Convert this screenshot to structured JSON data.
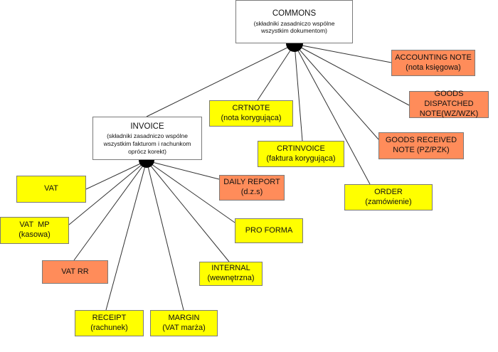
{
  "colors": {
    "white": "#ffffff",
    "yellow": "#ffff00",
    "orange": "#ff8c5a",
    "line": "#303030"
  },
  "nodes": {
    "commons": {
      "title": "COMMONS",
      "desc1": "(składniki zasadniczo wspólne",
      "desc2": "wszystkim dokumentom)"
    },
    "invoice": {
      "title": "INVOICE",
      "desc1": "(składniki zasadniczo wspólne",
      "desc2": "wszystkim fakturom i rachunkom",
      "desc3": "oprócz korekt)"
    },
    "accounting_note": {
      "line1": "ACCOUNTING NOTE",
      "line2": "(nota księgowa)"
    },
    "goods_dispatched": {
      "line1": "GOODS DISPATCHED",
      "line2": "NOTE(WZ/WZK)"
    },
    "goods_received": {
      "line1": "GOODS RECEIVED",
      "line2": "NOTE (PZ/PZK)"
    },
    "order": {
      "line1": "ORDER",
      "line2": "(zamówienie)"
    },
    "crtnote": {
      "line1": "CRTNOTE",
      "line2": "(nota korygująca)"
    },
    "crtinvoice": {
      "line1": "CRTINVOICE",
      "line2": "(faktura korygująca)"
    },
    "vat": {
      "line1": "VAT"
    },
    "vat_mp": {
      "line1": "VAT  MP",
      "line2": "(kasowa)"
    },
    "vat_rr": {
      "line1": "VAT RR"
    },
    "receipt": {
      "line1": "RECEIPT",
      "line2": "(rachunek)"
    },
    "margin": {
      "line1": "MARGIN",
      "line2": "(VAT marża)"
    },
    "internal": {
      "line1": "INTERNAL",
      "line2": "(wewnętrzna)"
    },
    "pro_forma": {
      "line1": "PRO FORMA"
    },
    "daily_report": {
      "line1": "DAILY REPORT",
      "line2": "(d.z.s)"
    }
  }
}
